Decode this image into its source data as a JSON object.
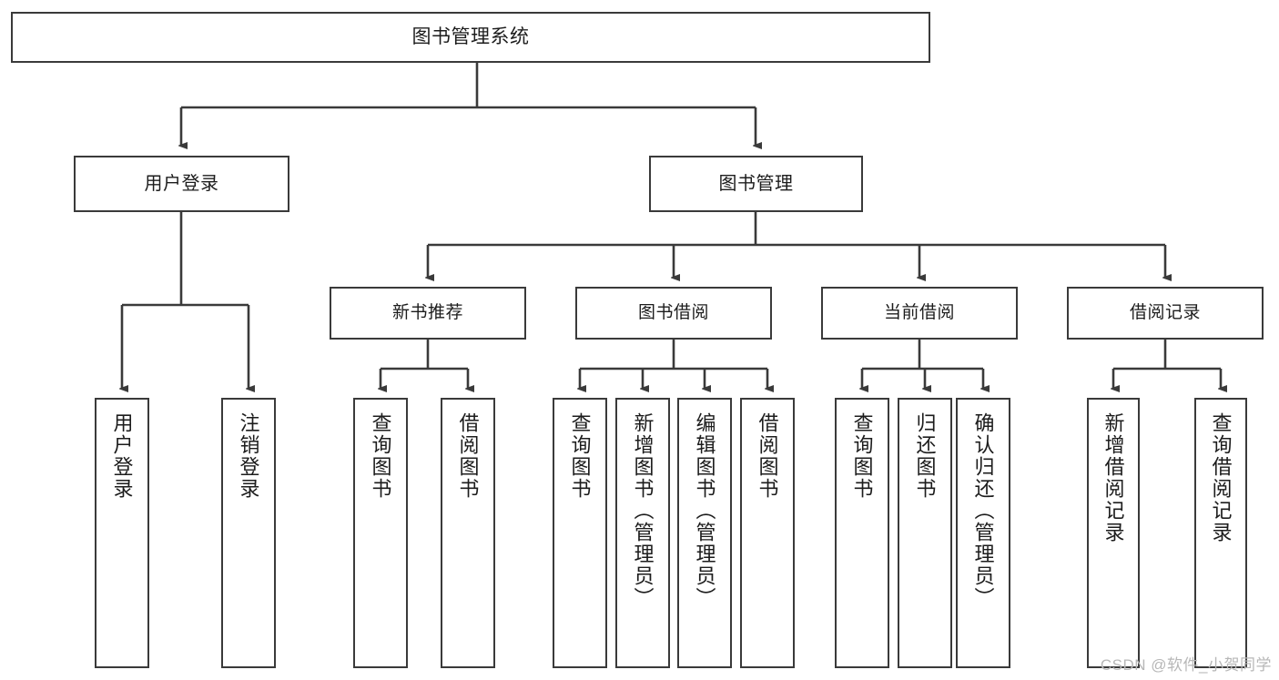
{
  "diagram": {
    "type": "tree",
    "title": "图书管理系统",
    "root": {
      "label": "图书管理系统"
    },
    "level1": [
      {
        "label": "用户登录"
      },
      {
        "label": "图书管理"
      }
    ],
    "level2": [
      {
        "label": "新书推荐"
      },
      {
        "label": "图书借阅"
      },
      {
        "label": "当前借阅"
      },
      {
        "label": "借阅记录"
      }
    ],
    "leaves": {
      "user_login": [
        {
          "label": "用户登录"
        },
        {
          "label": "注销登录"
        }
      ],
      "new_book_recommend": [
        {
          "label": "查询图书"
        },
        {
          "label": "借阅图书"
        }
      ],
      "book_borrow": [
        {
          "label": "查询图书"
        },
        {
          "label": "新增图书（管理员）"
        },
        {
          "label": "编辑图书（管理员）"
        },
        {
          "label": "借阅图书"
        }
      ],
      "current_borrow": [
        {
          "label": "查询图书"
        },
        {
          "label": "归还图书"
        },
        {
          "label": "确认归还（管理员）"
        }
      ],
      "borrow_record": [
        {
          "label": "新增借阅记录"
        },
        {
          "label": "查询借阅记录"
        }
      ]
    }
  },
  "watermark": {
    "text": "CSDN @软件_小贺同学"
  },
  "colors": {
    "border": "#3a3a3a",
    "background": "#ffffff",
    "text": "#1c1c1c",
    "watermark": "#b7b7b7"
  }
}
